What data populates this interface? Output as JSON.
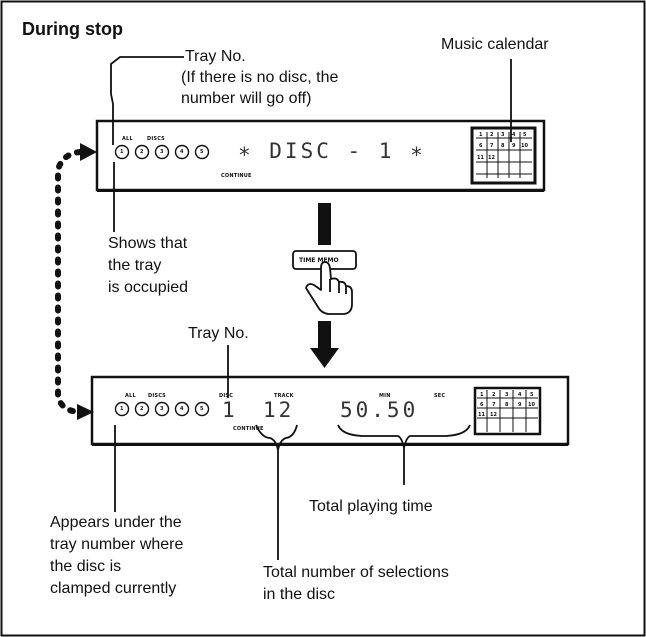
{
  "heading": "During stop",
  "labels": {
    "tray_no_top": "Tray No.",
    "tray_no_note_1": "(If there is no disc, the",
    "tray_no_note_2": "number will go off)",
    "music_calendar": "Music calendar",
    "shows_1": "Shows that",
    "shows_2": "the tray",
    "shows_3": "is occupied",
    "tray_no_bottom": "Tray No.",
    "total_playing_time": "Total playing time",
    "appears_1": "Appears under the",
    "appears_2": "tray number where",
    "appears_3": "the disc is",
    "appears_4": "clamped currently",
    "total_sel_1": "Total number of selections",
    "total_sel_2": "in the disc"
  },
  "display_top": {
    "all": "ALL",
    "discs": "DISCS",
    "continue": "CONTINUE",
    "text": "∗ DISC - 1 ∗",
    "trays": [
      "1",
      "2",
      "3",
      "4",
      "5"
    ]
  },
  "display_bottom": {
    "all": "ALL",
    "discs": "DISCS",
    "disc": "DISC",
    "track": "TRACK",
    "min": "MIN",
    "sec": "SEC",
    "continue": "CONTINUE",
    "disc_value": "1",
    "track_value": "12",
    "time_value": "50.50",
    "trays": [
      "1",
      "2",
      "3",
      "4",
      "5"
    ]
  },
  "button_label": "TIME MEMO",
  "calendar": {
    "rows": [
      [
        "1",
        "2",
        "3",
        "4",
        "5"
      ],
      [
        "6",
        "7",
        "8",
        "9",
        "10"
      ],
      [
        "11",
        "12",
        "",
        "",
        ""
      ]
    ]
  }
}
